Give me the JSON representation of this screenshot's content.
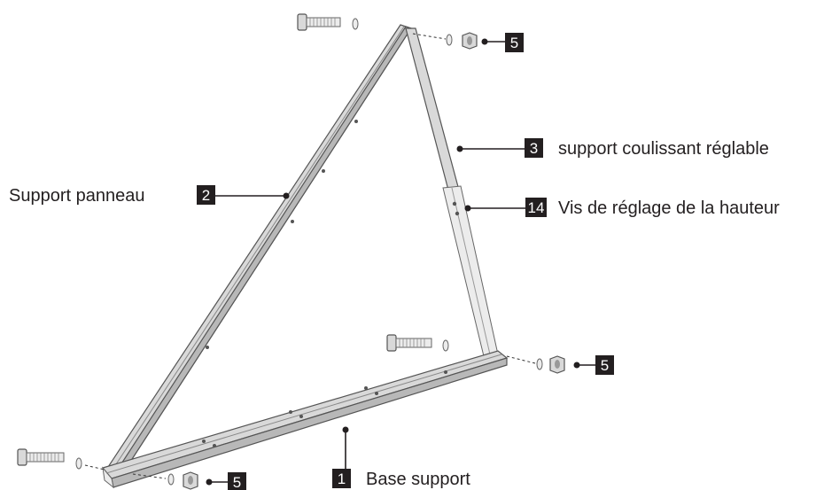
{
  "labels": {
    "support_panneau": "Support panneau",
    "support_coulissant": "support coulissant réglable",
    "vis_reglage": "Vis de réglage de la hauteur",
    "base_support": "Base support"
  },
  "badges": {
    "base": "1",
    "panel_support": "2",
    "sliding_support": "3",
    "fastener_top": "5",
    "fastener_right": "5",
    "fastener_bottom": "5",
    "height_screw": "14"
  },
  "colors": {
    "badge_background": "#231f20",
    "badge_text": "#ffffff",
    "metal": "#d9d9d9"
  }
}
